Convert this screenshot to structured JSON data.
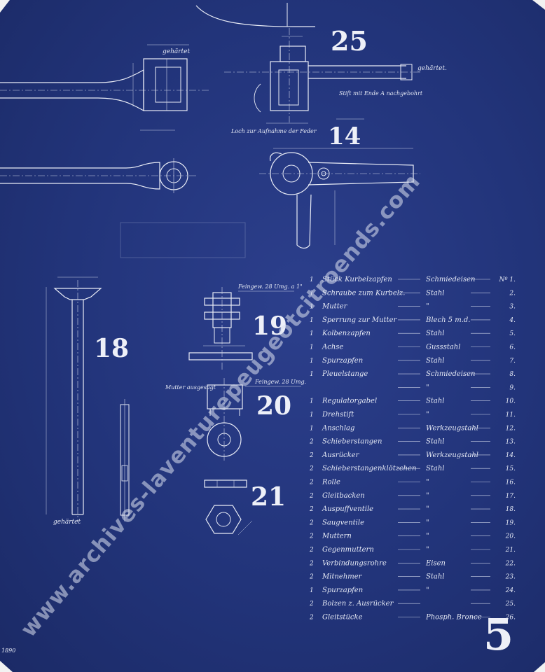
{
  "figure_numbers": {
    "f25": "25",
    "f14": "14",
    "f18": "18",
    "f19": "19",
    "f20": "20",
    "f21": "21",
    "sheet": "5"
  },
  "notes": {
    "gehartet_top": "gehärtet",
    "gehartet_right": "gehärtet.",
    "stift": "Stift mit Ende A nachgebohrt",
    "loch": "Loch zur Aufnahme der Feder",
    "feingew_19": "Feingew. 28 Umg. a 1\"",
    "feingew_20": "Feingew. 28 Umg.",
    "mutter_gesagt": "Mutter ausgesägt",
    "gehartet_18": "gehärtet",
    "year": "1890"
  },
  "parts_list": [
    {
      "qty": "1",
      "name": "Stück Kurbelzapfen",
      "material": "Schmiedeisen",
      "no": "Nº 1."
    },
    {
      "qty": "1",
      "name": "Schraube zum Kurbelz.",
      "material": "Stahl",
      "no": "2."
    },
    {
      "qty": "1",
      "name": "Mutter",
      "material": "\"",
      "no": "3."
    },
    {
      "qty": "1",
      "name": "Sperrung zur Mutter",
      "material": "Blech 5 m.d.",
      "no": "4."
    },
    {
      "qty": "1",
      "name": "Kolbenzapfen",
      "material": "Stahl",
      "no": "5."
    },
    {
      "qty": "1",
      "name": "Achse",
      "material": "Gussstahl",
      "no": "6."
    },
    {
      "qty": "1",
      "name": "Spurzapfen",
      "material": "Stahl",
      "no": "7."
    },
    {
      "qty": "1",
      "name": "Pleuelstange",
      "material": "Schmiedeisen",
      "no": "8."
    },
    {
      "qty": "",
      "name": "",
      "material": "\"",
      "no": "9."
    },
    {
      "qty": "1",
      "name": "Regulatorgabel",
      "material": "Stahl",
      "no": "10."
    },
    {
      "qty": "1",
      "name": "Drehstift",
      "material": "\"",
      "no": "11."
    },
    {
      "qty": "1",
      "name": "Anschlag",
      "material": "Werkzeugstahl",
      "no": "12."
    },
    {
      "qty": "2",
      "name": "Schieberstangen",
      "material": "Stahl",
      "no": "13."
    },
    {
      "qty": "2",
      "name": "Ausrücker",
      "material": "Werkzeugstahl",
      "no": "14."
    },
    {
      "qty": "2",
      "name": "Schieberstangenklötzchen",
      "material": "Stahl",
      "no": "15."
    },
    {
      "qty": "2",
      "name": "Rolle",
      "material": "\"",
      "no": "16."
    },
    {
      "qty": "2",
      "name": "Gleitbacken",
      "material": "\"",
      "no": "17."
    },
    {
      "qty": "2",
      "name": "Auspuffventile",
      "material": "\"",
      "no": "18."
    },
    {
      "qty": "2",
      "name": "Saugventile",
      "material": "\"",
      "no": "19."
    },
    {
      "qty": "2",
      "name": "Muttern",
      "material": "\"",
      "no": "20."
    },
    {
      "qty": "2",
      "name": "Gegenmuttern",
      "material": "\"",
      "no": "21."
    },
    {
      "qty": "2",
      "name": "Verbindungsrohre",
      "material": "Eisen",
      "no": "22."
    },
    {
      "qty": "2",
      "name": "Mitnehmer",
      "material": "Stahl",
      "no": "23."
    },
    {
      "qty": "1",
      "name": "Spurzapfen",
      "material": "\"",
      "no": "24."
    },
    {
      "qty": "2",
      "name": "Bolzen z. Ausrücker",
      "material": "",
      "no": "25."
    },
    {
      "qty": "2",
      "name": "Gleitstücke",
      "material": "Phosph. Bronce",
      "no": "26."
    }
  ],
  "watermark": "www.archives-laventurepeugeotcitroends.com",
  "colors": {
    "paper": "#22347a",
    "line": "#e9ecf6"
  }
}
